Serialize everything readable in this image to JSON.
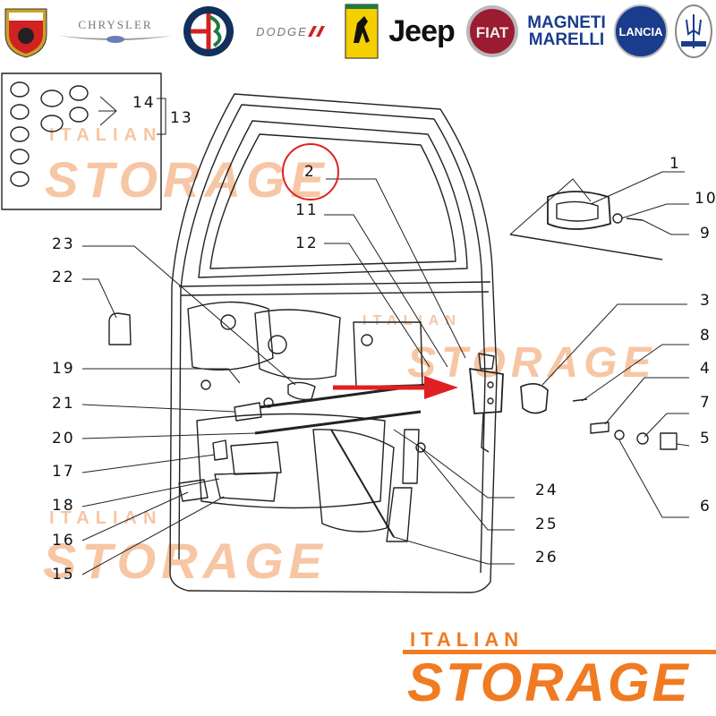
{
  "brands": [
    {
      "id": "abarth",
      "text": "ABARTH"
    },
    {
      "id": "chrysler",
      "text": "CHRYSLER"
    },
    {
      "id": "alfa-romeo",
      "text": "ALFA ROMEO"
    },
    {
      "id": "dodge",
      "text": "DODGE"
    },
    {
      "id": "ferrari",
      "text": "Ferrari"
    },
    {
      "id": "jeep",
      "text": "Jeep"
    },
    {
      "id": "fiat",
      "text": "FIAT"
    },
    {
      "id": "magneti-marelli",
      "line1": "MAGNETI",
      "line2": "MARELLI"
    },
    {
      "id": "lancia",
      "text": "LANCIA"
    },
    {
      "id": "maserati",
      "text": "MASERATI"
    }
  ],
  "watermark": {
    "small": "ITALIAN",
    "big": "STORAGE"
  },
  "logo": {
    "small": "ITALIAN",
    "big": "STORAGE",
    "color": "#f07b22"
  },
  "highlight_color": "#e02020",
  "callouts": {
    "n1": "1",
    "n2": "2",
    "n3": "3",
    "n4": "4",
    "n5": "5",
    "n6": "6",
    "n7": "7",
    "n8": "8",
    "n9": "9",
    "n10": "10",
    "n11": "11",
    "n12": "12",
    "n13": "13",
    "n14": "14",
    "n15": "15",
    "n16": "16",
    "n17": "17",
    "n18": "18",
    "n19": "19",
    "n20": "20",
    "n21": "21",
    "n22": "22",
    "n23": "23",
    "n24": "24",
    "n25": "25",
    "n26": "26"
  }
}
